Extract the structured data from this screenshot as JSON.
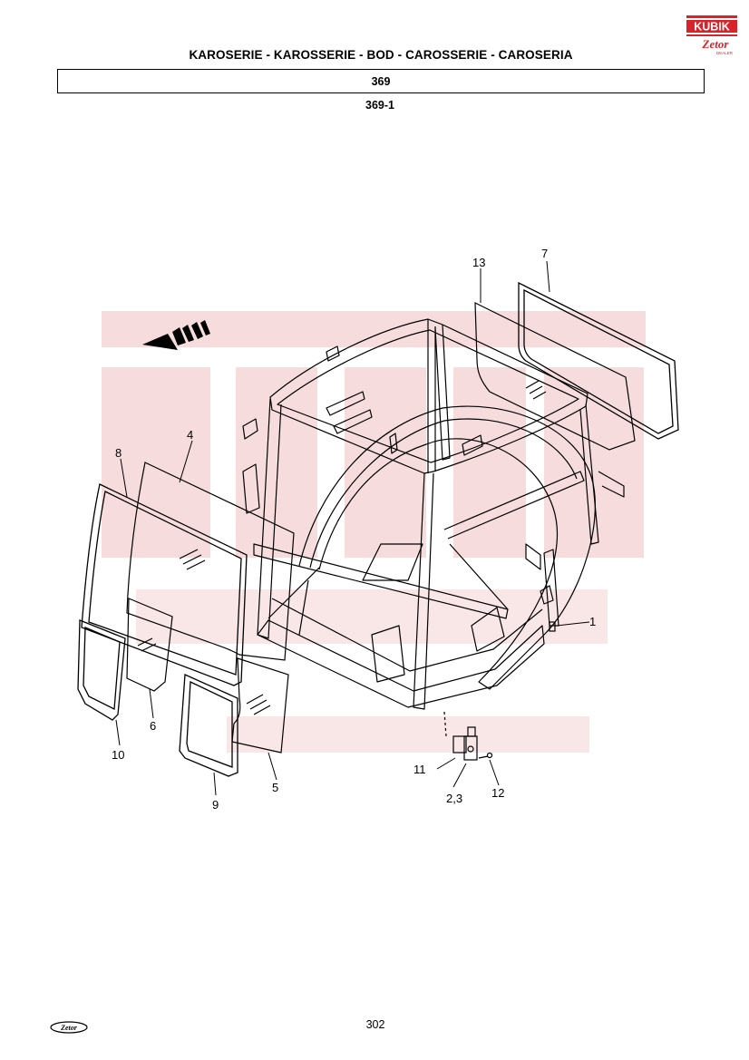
{
  "header": {
    "title": "KAROSERIE - KAROSSERIE - BOD    - CAROSSERIE - CAROSERIA",
    "section_number": "369",
    "sub_number": "369-1"
  },
  "logos": {
    "kubik_text": "KUBIK",
    "zetor_text": "Zetor",
    "dealer_text": "DEALER",
    "footer_logo_text": "Zetor"
  },
  "diagram": {
    "callouts": [
      {
        "id": "c1",
        "label": "1"
      },
      {
        "id": "c23",
        "label": "2,3"
      },
      {
        "id": "c4",
        "label": "4"
      },
      {
        "id": "c5",
        "label": "5"
      },
      {
        "id": "c6",
        "label": "6"
      },
      {
        "id": "c7",
        "label": "7"
      },
      {
        "id": "c8",
        "label": "8"
      },
      {
        "id": "c9",
        "label": "9"
      },
      {
        "id": "c10",
        "label": "10"
      },
      {
        "id": "c11",
        "label": "11"
      },
      {
        "id": "c12",
        "label": "12"
      },
      {
        "id": "c13",
        "label": "13"
      }
    ]
  },
  "footer": {
    "page_number": "302"
  },
  "colors": {
    "brand_red": "#d8232a",
    "watermark": "#f6dcdc",
    "line": "#000000"
  }
}
